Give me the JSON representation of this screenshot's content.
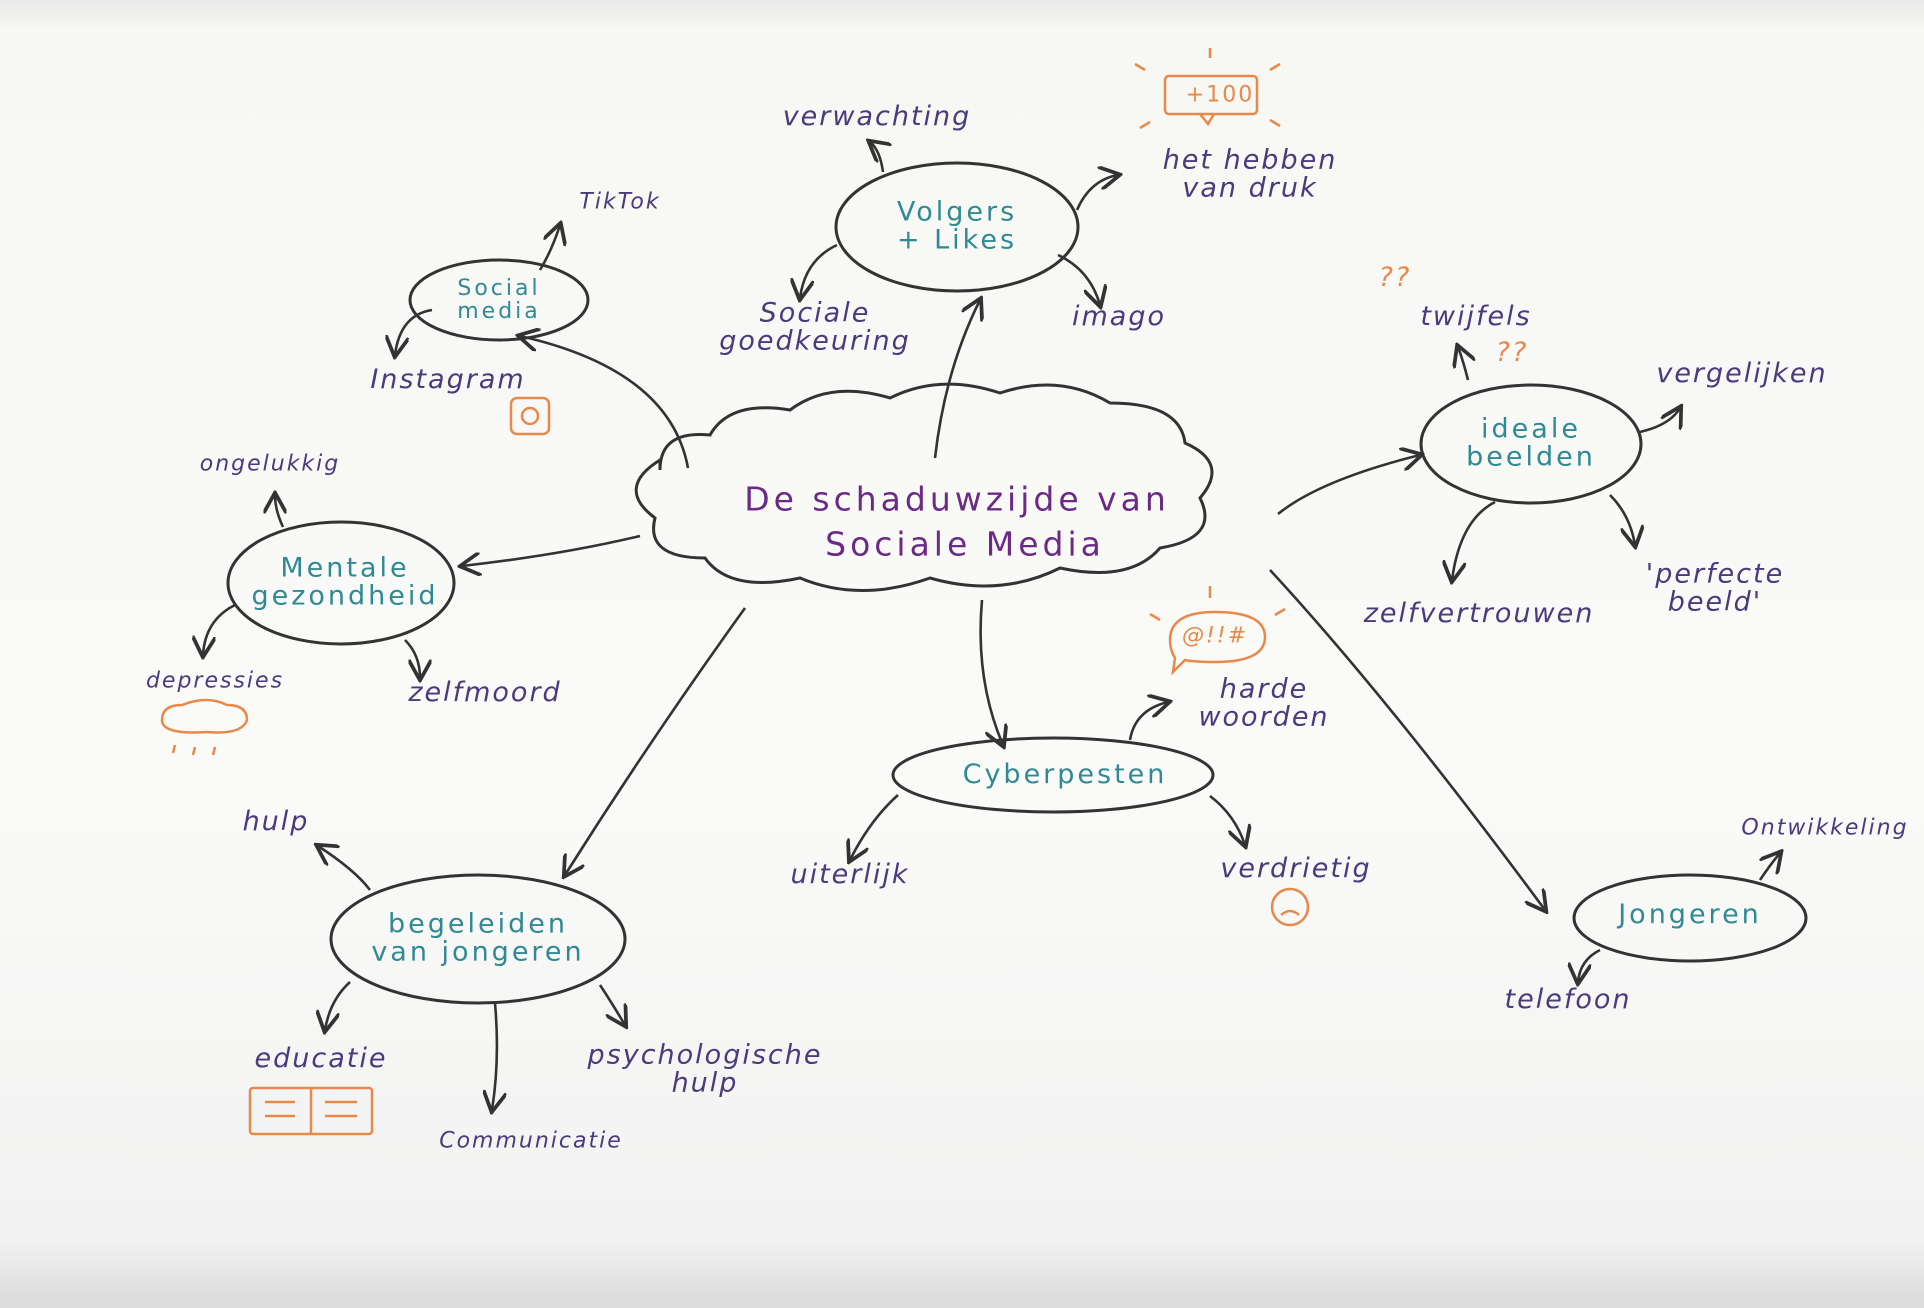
{
  "central_topic": {
    "line1": "De schaduwzijde van",
    "line2": "Sociale Media"
  },
  "branches": [
    {
      "node": "Volgers + Likes",
      "items": [
        "verwachting",
        "het hebben van druk",
        "Sociale goedkeuring",
        "imago"
      ]
    },
    {
      "node": "Social media",
      "items": [
        "TikTok",
        "Instagram"
      ]
    },
    {
      "node": "Mentale gezondheid",
      "items": [
        "ongelukkig",
        "depressies",
        "zelfmoord"
      ]
    },
    {
      "node": "ideale beelden",
      "items": [
        "twijfels",
        "vergelijken",
        "zelfvertrouwen",
        "'perfecte beeld'"
      ]
    },
    {
      "node": "Cyberpesten",
      "items": [
        "harde woorden",
        "uiterlijk",
        "verdrietig"
      ]
    },
    {
      "node": "begeleiden van jongeren",
      "items": [
        "hulp",
        "educatie",
        "Communicatie",
        "psychologische hulp"
      ]
    },
    {
      "node": "Jongeren",
      "items": [
        "Ontwikkeling",
        "telefoon"
      ]
    }
  ],
  "doodles": {
    "like_badge": "+100",
    "swear_bubble": "@!!#",
    "question_marks": "??"
  },
  "colors": {
    "node_text": "#2f8a94",
    "item_text": "#4b3a7c",
    "title": "#6b2a86",
    "doodle": "#e8894a",
    "ink": "#333333"
  }
}
